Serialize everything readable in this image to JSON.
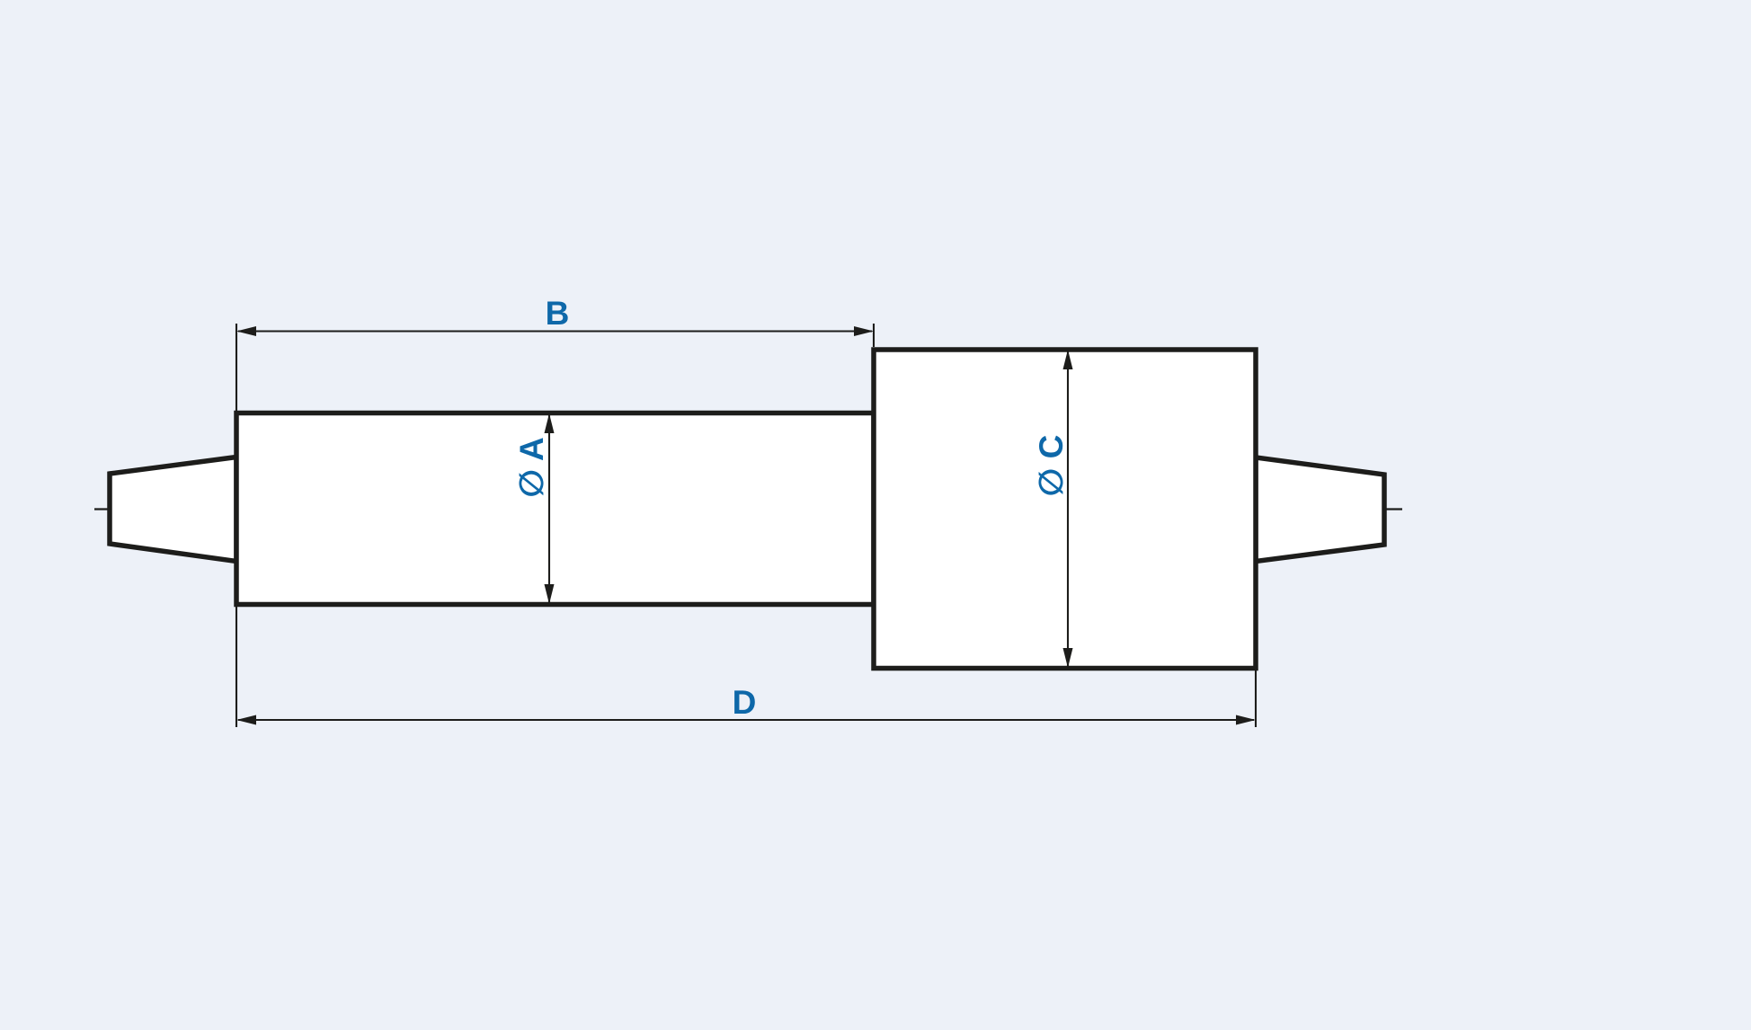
{
  "drawing": {
    "kind": "stepped-shaft-dimension-drawing",
    "labels": {
      "length_b": "B",
      "length_d": "D",
      "diameter_a": "∅ A",
      "diameter_c": "∅ C"
    },
    "colors": {
      "background": "#edf1f8",
      "line": "#1d1d1b",
      "shape_fill": "#ffffff",
      "label_blue": "#0e68a9"
    }
  }
}
